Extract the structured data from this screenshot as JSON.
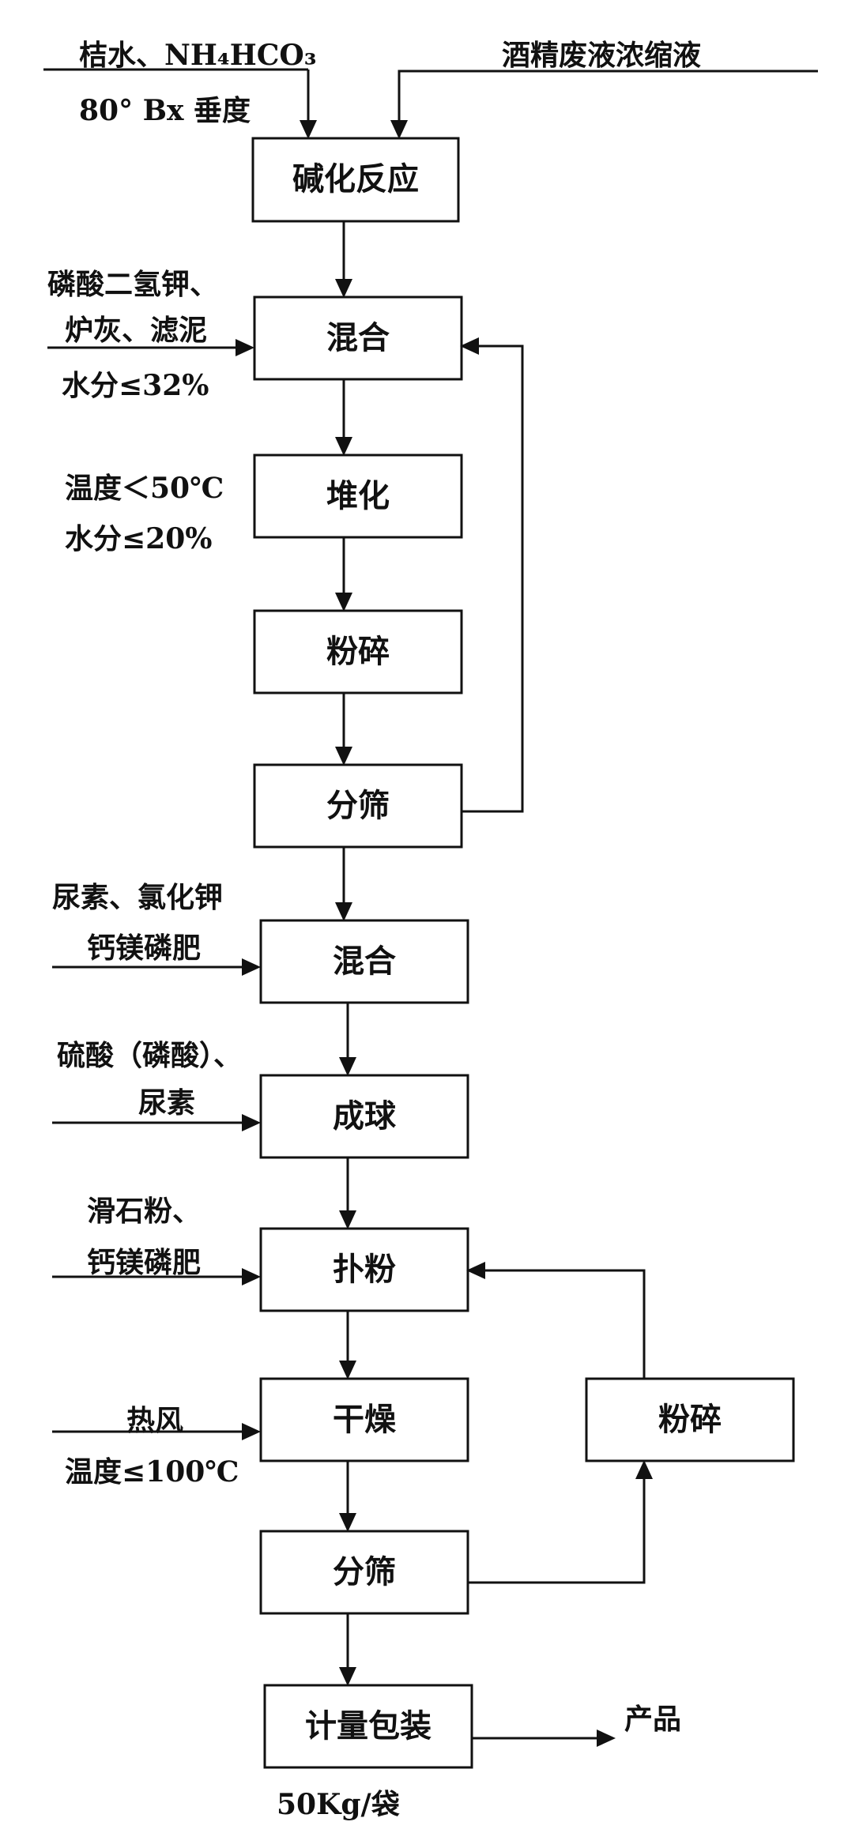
{
  "inputs": {
    "top_left_line1": "桔水、NH₄HCO₃",
    "top_left_line2": "80° Bx 垂度",
    "top_right": "酒精废液浓缩液",
    "mix1_line1": "磷酸二氢钾、",
    "mix1_line2": "炉灰、滤泥",
    "mix1_line3": "水分≤32%",
    "pile_line1": "温度＜50℃",
    "pile_line2": "水分≤20%",
    "mix2_line1": "尿素、氯化钾",
    "mix2_line2": "钙镁磷肥",
    "ball_line1": "硫酸（磷酸）、",
    "ball_line2": "尿素",
    "coat_line1": "滑石粉、",
    "coat_line2": "钙镁磷肥",
    "dry_line1": "热风",
    "dry_line2": "温度≤100℃"
  },
  "boxes": {
    "alkalize": "碱化反应",
    "mix1": "混合",
    "pile": "堆化",
    "crush1": "粉碎",
    "screen1": "分筛",
    "mix2": "混合",
    "ball": "成球",
    "coat": "扑粉",
    "dry": "干燥",
    "crush2": "粉碎",
    "screen2": "分筛",
    "pack": "计量包装"
  },
  "outputs": {
    "product": "产品",
    "pack_spec": "50Kg/袋"
  }
}
